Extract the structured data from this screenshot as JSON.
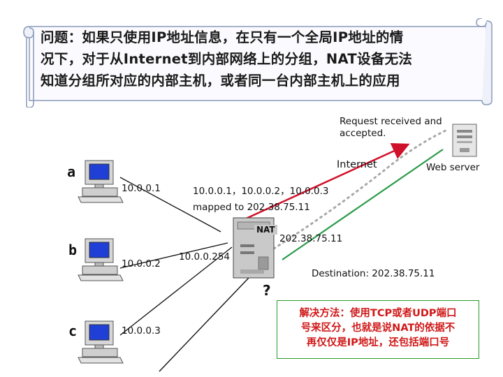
{
  "title": {
    "line1": "问题：如果只使用IP地址信息，在只有一个全局IP地址的情",
    "line2": "况下，对于从Internet到内部网络上的分组，NAT设备无法",
    "line3": "知道分组所对应的内部主机，或者同一台内部主机上的应用"
  },
  "hosts": {
    "a": {
      "name": "a",
      "ip": "10.0.0.1"
    },
    "b": {
      "name": "b",
      "ip": "10.0.0.2"
    },
    "c": {
      "name": "c",
      "ip": "10.0.0.3"
    }
  },
  "labels": {
    "request": "Request received and accepted.",
    "internet": "Internet",
    "web_server": "Web server",
    "internal_ips": "10.0.0.1，10.0.0.2，10.0.0.3",
    "mapped": "mapped to 202.38.75.11",
    "nat": "NAT",
    "nat_inside_ip": "10.0.0.254",
    "nat_outside_ip": "202.38.75.11",
    "destination": "Destination: 202.38.75.11",
    "question": "?"
  },
  "solution": {
    "line1": "解决方法：使用TCP或者UDP端口",
    "line2": "号来区分，也就是说NAT的依据不",
    "line3": "再仅仅是IP地址，还包括端口号"
  },
  "colors": {
    "arrow_red": "#d0102a",
    "dotted_gray": "#a8a8a8",
    "solution_text": "#d01818",
    "solution_border": "#2a9a2a",
    "monitor_screen": "#1f3fd6",
    "scroll_border": "#8a9ab8"
  }
}
